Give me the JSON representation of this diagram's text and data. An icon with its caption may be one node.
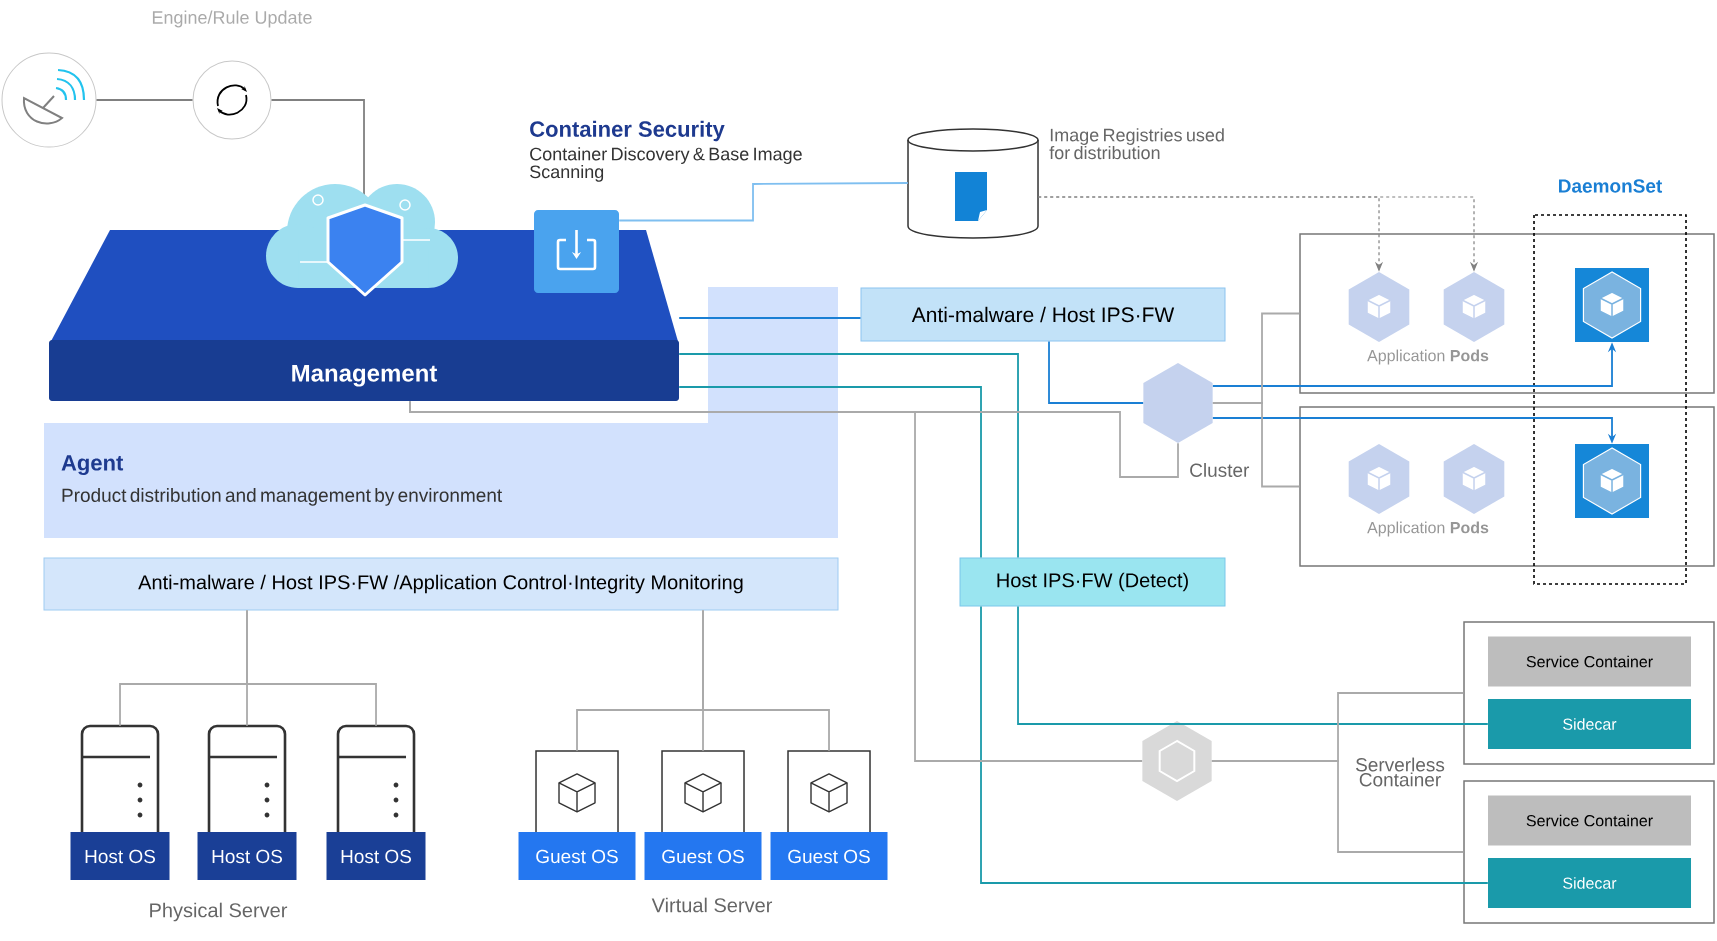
{
  "diagram": {
    "nodes": [
      {
        "text": [],
        "shape": "circle"
      },
      {
        "text": [],
        "shape": "circle"
      },
      {
        "text": [
          "Management"
        ]
      },
      {
        "text": [],
        "shape": "box",
        "beside": [
          "Container Security",
          "Container Discovery & Base Image Scanning"
        ]
      },
      {
        "text": [],
        "shape": "cylinder",
        "beside": [
          "Image Registries used for distribution"
        ]
      },
      {
        "text": [
          "Agent",
          "Product distribution and management by environment"
        ]
      },
      {
        "text": [
          "Anti-malware / Host IPS·FW /Application Control·Integrity Monitoring"
        ]
      },
      {
        "text": [
          "Anti-malware / Host IPS·FW"
        ]
      },
      {
        "text": [
          "Host IPS·FW (Detect)"
        ]
      },
      {
        "text": [],
        "shape": "hexagon",
        "beside": [
          "Cluster"
        ]
      },
      {
        "text": [
          "Application **Pods**"
        ]
      },
      {
        "text": [],
        "shape": "hexagon",
        "in": 10
      },
      {
        "text": [],
        "shape": "hexagon",
        "in": 10
      },
      {
        "text": [],
        "shape": "box",
        "in": 10
      },
      {
        "text": [
          "Application **Pods**"
        ]
      },
      {
        "text": [],
        "shape": "hexagon",
        "in": 14
      },
      {
        "text": [],
        "shape": "hexagon",
        "in": 14
      },
      {
        "text": [],
        "shape": "box",
        "in": 14
      },
      {
        "text": [],
        "shape": "hexagon"
      },
      {
        "text": [],
        "shape": "box"
      },
      {
        "text": [
          "Service Container"
        ],
        "in": 19
      },
      {
        "text": [
          "Sidecar"
        ],
        "in": 19
      },
      {
        "text": [],
        "shape": "box"
      },
      {
        "text": [
          "Service Container"
        ],
        "in": 22
      },
      {
        "text": [
          "Sidecar"
        ],
        "in": 22
      },
      {
        "text": [
          "Host OS"
        ]
      },
      {
        "text": [
          "Host OS"
        ]
      },
      {
        "text": [
          "Host OS"
        ]
      },
      {
        "text": [
          "Guest OS"
        ]
      },
      {
        "text": [
          "Guest OS"
        ]
      },
      {
        "text": [
          "Guest OS"
        ]
      }
    ],
    "edges": [
      {
        "from": 0,
        "to": 1,
        "arrow": "none",
        "color": "#808080"
      },
      {
        "from": 1,
        "to": 2,
        "arrow": "none",
        "color": "#808080"
      },
      {
        "from": 3,
        "to": 4,
        "arrow": "none",
        "color": "#7fbff0"
      },
      {
        "from": 4,
        "to": 11,
        "arrow": "to",
        "style": "dashed",
        "color": "#808080"
      },
      {
        "from": 4,
        "to": 12,
        "arrow": "to",
        "style": "dashed",
        "color": "#808080"
      },
      {
        "from": 2,
        "to": 7,
        "arrow": "none",
        "color": "#1a7fd4"
      },
      {
        "from": 7,
        "to": 9,
        "arrow": "none",
        "color": "#1a7fd4"
      },
      {
        "from": 9,
        "to": 13,
        "arrow": "to",
        "color": "#1a7fd4"
      },
      {
        "from": 9,
        "to": 17,
        "arrow": "to",
        "color": "#1a7fd4"
      },
      {
        "from": 9,
        "to": 10,
        "arrow": "none"
      },
      {
        "from": 9,
        "to": 14,
        "arrow": "none"
      },
      {
        "from": 2,
        "to": 8,
        "arrow": "none",
        "color": "#1a9aaa"
      },
      {
        "from": 8,
        "to": 21,
        "arrow": "none",
        "color": "#1a9aaa"
      },
      {
        "from": 2,
        "to": 8,
        "arrow": "none",
        "color": "#1a9aaa"
      },
      {
        "from": 8,
        "to": 24,
        "arrow": "none",
        "color": "#1a9aaa"
      },
      {
        "from": 2,
        "to": 9,
        "arrow": "none"
      },
      {
        "from": 2,
        "to": 18,
        "arrow": "none"
      },
      {
        "from": 18,
        "to": 19,
        "arrow": "none"
      },
      {
        "from": 18,
        "to": 22,
        "arrow": "none"
      },
      {
        "from": 6,
        "to": 25,
        "arrow": "none"
      },
      {
        "from": 6,
        "to": 26,
        "arrow": "none"
      },
      {
        "from": 6,
        "to": 27,
        "arrow": "none"
      },
      {
        "from": 6,
        "to": 28,
        "arrow": "none"
      },
      {
        "from": 6,
        "to": 29,
        "arrow": "none"
      },
      {
        "from": 6,
        "to": 30,
        "arrow": "none"
      }
    ],
    "labels": [
      "Engine/Rule Update",
      "DaemonSet",
      "Serverless Container",
      "Physical Server",
      "Virtual Server"
    ]
  }
}
